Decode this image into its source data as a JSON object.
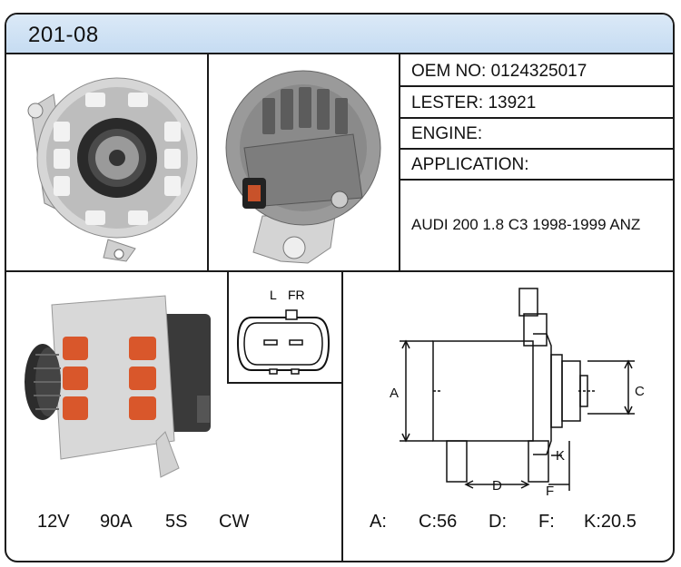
{
  "header": {
    "part_number": "201-08"
  },
  "info": {
    "oem": "OEM NO: 0124325017",
    "lester": "LESTER: 13921",
    "engine": "ENGINE:",
    "application": "APPLICATION:",
    "application_value": "AUDI 200 1.8 C3 1998-1999 ANZ"
  },
  "connector": {
    "pin_l": "L",
    "pin_fr": "FR"
  },
  "specs": {
    "voltage": "12V",
    "amperage": "90A",
    "pulley": "5S",
    "rotation": "CW"
  },
  "dimensions": {
    "label_a": "A",
    "label_c": "C",
    "label_d": "D",
    "label_f": "F",
    "label_k": "K",
    "value_a": "A:",
    "value_c": "C:56",
    "value_d": "D:",
    "value_f": "F:",
    "value_k": "K:20.5"
  },
  "icons": [
    "alternator-front-photo",
    "alternator-rear-photo",
    "alternator-side-photo",
    "connector-plug-diagram",
    "dimension-drawing"
  ],
  "colors": {
    "header_bg": "#c6dcf2",
    "border": "#1a1a1a",
    "winding": "#d9572b",
    "housing": "#c9c9c9"
  }
}
